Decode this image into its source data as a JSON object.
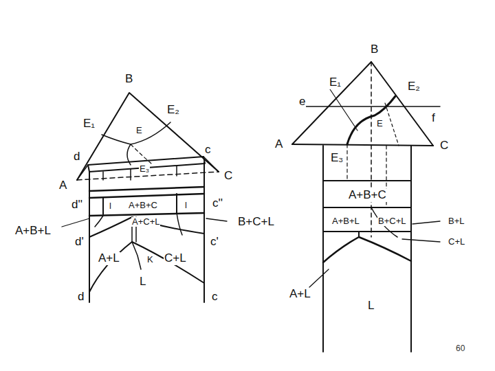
{
  "diagram": {
    "labels": [
      "B",
      "E₁",
      "E₂",
      "E",
      "d",
      "c",
      "E₃",
      "A",
      "C",
      "l",
      "A+B+C",
      "l",
      "d''",
      "c''",
      "A+B+L",
      "A+C+L",
      "B+C+L",
      "d'",
      "c'",
      "A+L",
      "C+L",
      "K",
      "L",
      "d",
      "c",
      "B",
      "E₁",
      "E₂",
      "e",
      "f",
      "E",
      "A",
      "C",
      "E₃",
      "A+B+C",
      "A+B+L",
      "B+C+L",
      "B+L",
      "C+L",
      "A+L",
      "L",
      "60"
    ]
  }
}
